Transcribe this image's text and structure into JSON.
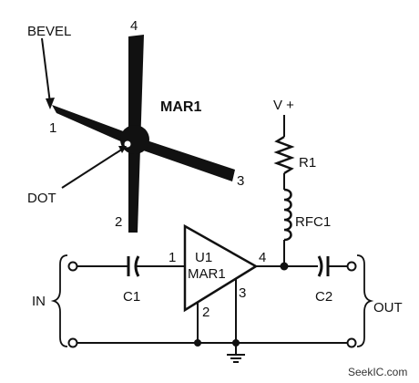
{
  "package": {
    "bevel_label": "BEVEL",
    "dot_label": "DOT",
    "part_label": "MAR1",
    "pin1": "1",
    "pin2": "2",
    "pin3": "3",
    "pin4": "4"
  },
  "amplifier": {
    "ref": "U1",
    "part": "MAR1",
    "pin_in": "1",
    "pin_gnd": "2",
    "pin_gnd2": "3",
    "pin_out": "4"
  },
  "components": {
    "c1": "C1",
    "c2": "C2",
    "r1": "R1",
    "rfc1": "RFC1",
    "supply": "V +"
  },
  "ports": {
    "in": "IN",
    "out": "OUT"
  },
  "watermark": "SeekIC.com",
  "colors": {
    "ink": "#111111",
    "background": "#ffffff"
  }
}
